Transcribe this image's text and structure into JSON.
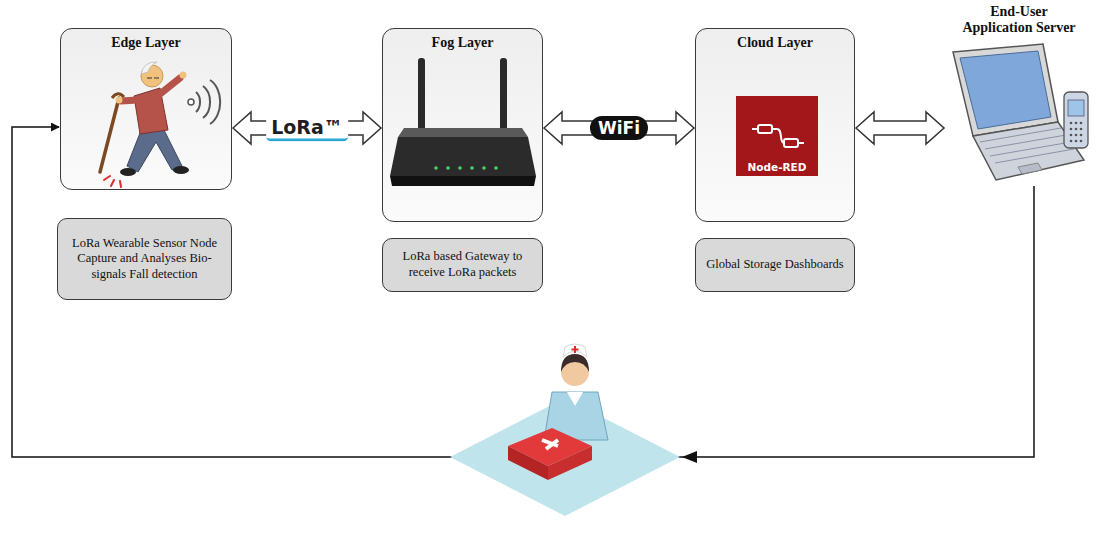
{
  "diagram": {
    "nodes": [
      {
        "text": [
          "Edge Layer"
        ]
      },
      {
        "text": [
          "LoRa Wearable Sensor Node Capture and Analyses Bio-signals Fall detection"
        ]
      },
      {
        "text": [
          "Fog Layer"
        ]
      },
      {
        "text": [
          "LoRa based Gateway to receive LoRa packets"
        ]
      },
      {
        "text": [
          "Cloud Layer"
        ]
      },
      {
        "text": [
          "Node-RED"
        ],
        "in": 4
      },
      {
        "text": [
          "Global Storage Dashboards"
        ]
      },
      {
        "text": [
          "End-User Application Server"
        ]
      }
    ],
    "edges": [
      {
        "from": 0,
        "to": 2,
        "label": "LoRa™",
        "arrow": "both"
      },
      {
        "from": 2,
        "to": 4,
        "label": "WiFi",
        "arrow": "both"
      },
      {
        "from": 4,
        "to": 7,
        "arrow": "both"
      },
      {
        "from": 7,
        "to": 0,
        "arrow": "to"
      }
    ]
  }
}
